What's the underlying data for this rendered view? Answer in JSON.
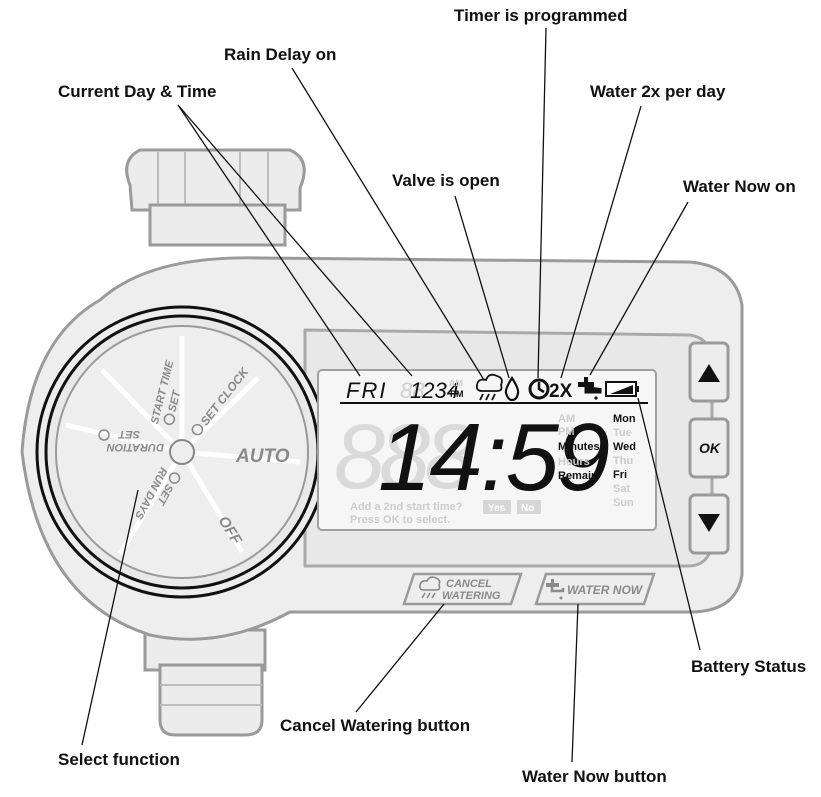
{
  "callouts": {
    "timer_programmed": "Timer is programmed",
    "rain_delay": "Rain Delay on",
    "current_day_time": "Current Day & Time",
    "water_2x": "Water 2x per day",
    "valve_open": "Valve is open",
    "water_now_on": "Water Now on",
    "battery_status": "Battery Status",
    "cancel_watering_button": "Cancel Watering button",
    "select_function": "Select function",
    "water_now_button": "Water Now button"
  },
  "dial": {
    "auto": "AUTO",
    "off": "OFF",
    "set_clock": "SET CLOCK",
    "start_time": "START TIME",
    "set_start": "SET",
    "set_duration_line1": "SET",
    "set_duration_line2": "DURATION",
    "set_run_days_line1": "SET",
    "set_run_days_line2": "RUN DAYS"
  },
  "display": {
    "day": "FRI",
    "time": "1234",
    "time_suffix": "PM",
    "faint_am": "AM",
    "big_number": "14:59",
    "twox": "2X",
    "ampm_am": "AM",
    "ampm_pm": "PM",
    "unit_minutes": "Minutes",
    "unit_hours": "Hours",
    "unit_remain": "Remain",
    "days": [
      "Mon",
      "Tue",
      "Wed",
      "Thu",
      "Fri",
      "Sat",
      "Sun"
    ],
    "days_active": [
      true,
      false,
      true,
      false,
      true,
      false,
      false
    ],
    "prompt_line1": "Add a 2nd start time?",
    "prompt_line2": "Press OK to select.",
    "yes": "Yes",
    "no": "No"
  },
  "buttons": {
    "ok": "OK",
    "cancel_line1": "CANCEL",
    "cancel_line2": "WATERING",
    "water_now": "WATER NOW"
  },
  "colors": {
    "body_fill": "#eeeeee",
    "body_stroke": "#9a9a9a",
    "lcd_fill": "#f6f6f6",
    "ink": "#111111",
    "faint": "#c8c8c8",
    "label_gray": "#8a8a8a"
  },
  "icons": {
    "rain": "rain-cloud-icon",
    "valve": "water-drop-icon",
    "timer": "clock-icon",
    "faucet": "faucet-icon",
    "battery": "battery-icon",
    "up": "triangle-up-icon",
    "down": "triangle-down-icon"
  }
}
